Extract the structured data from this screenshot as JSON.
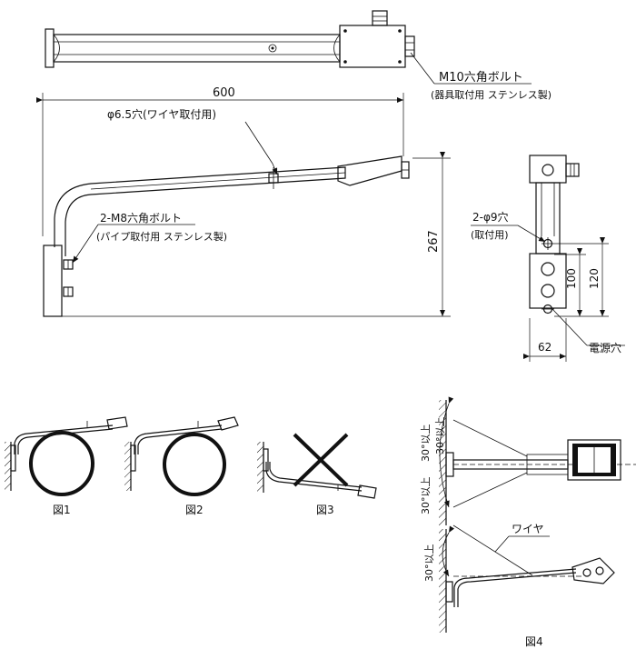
{
  "labels": {
    "bolt_m10": "M10六角ボルト",
    "bolt_m10_note": "(器具取付用 ステンレス製)",
    "dim_600": "600",
    "hole_65": "φ6.5穴(ワイヤ取付用)",
    "bolt_m8": "2-M8六角ボルト",
    "bolt_m8_note": "(パイプ取付用 ステンレス製)",
    "dim_267": "267",
    "hole_9": "2-φ9穴",
    "hole_9_note": "(取付用)",
    "dim_100": "100",
    "dim_120": "120",
    "dim_62": "62",
    "power_hole": "電源穴",
    "fig1": "図1",
    "fig2": "図2",
    "fig3": "図3",
    "fig4": "図4",
    "wire": "ワイヤ",
    "angle_top": "30°以上",
    "angle_side": "30°以上",
    "angle_bottom": "30°以上",
    "angle_fig4b": "30°以上"
  }
}
